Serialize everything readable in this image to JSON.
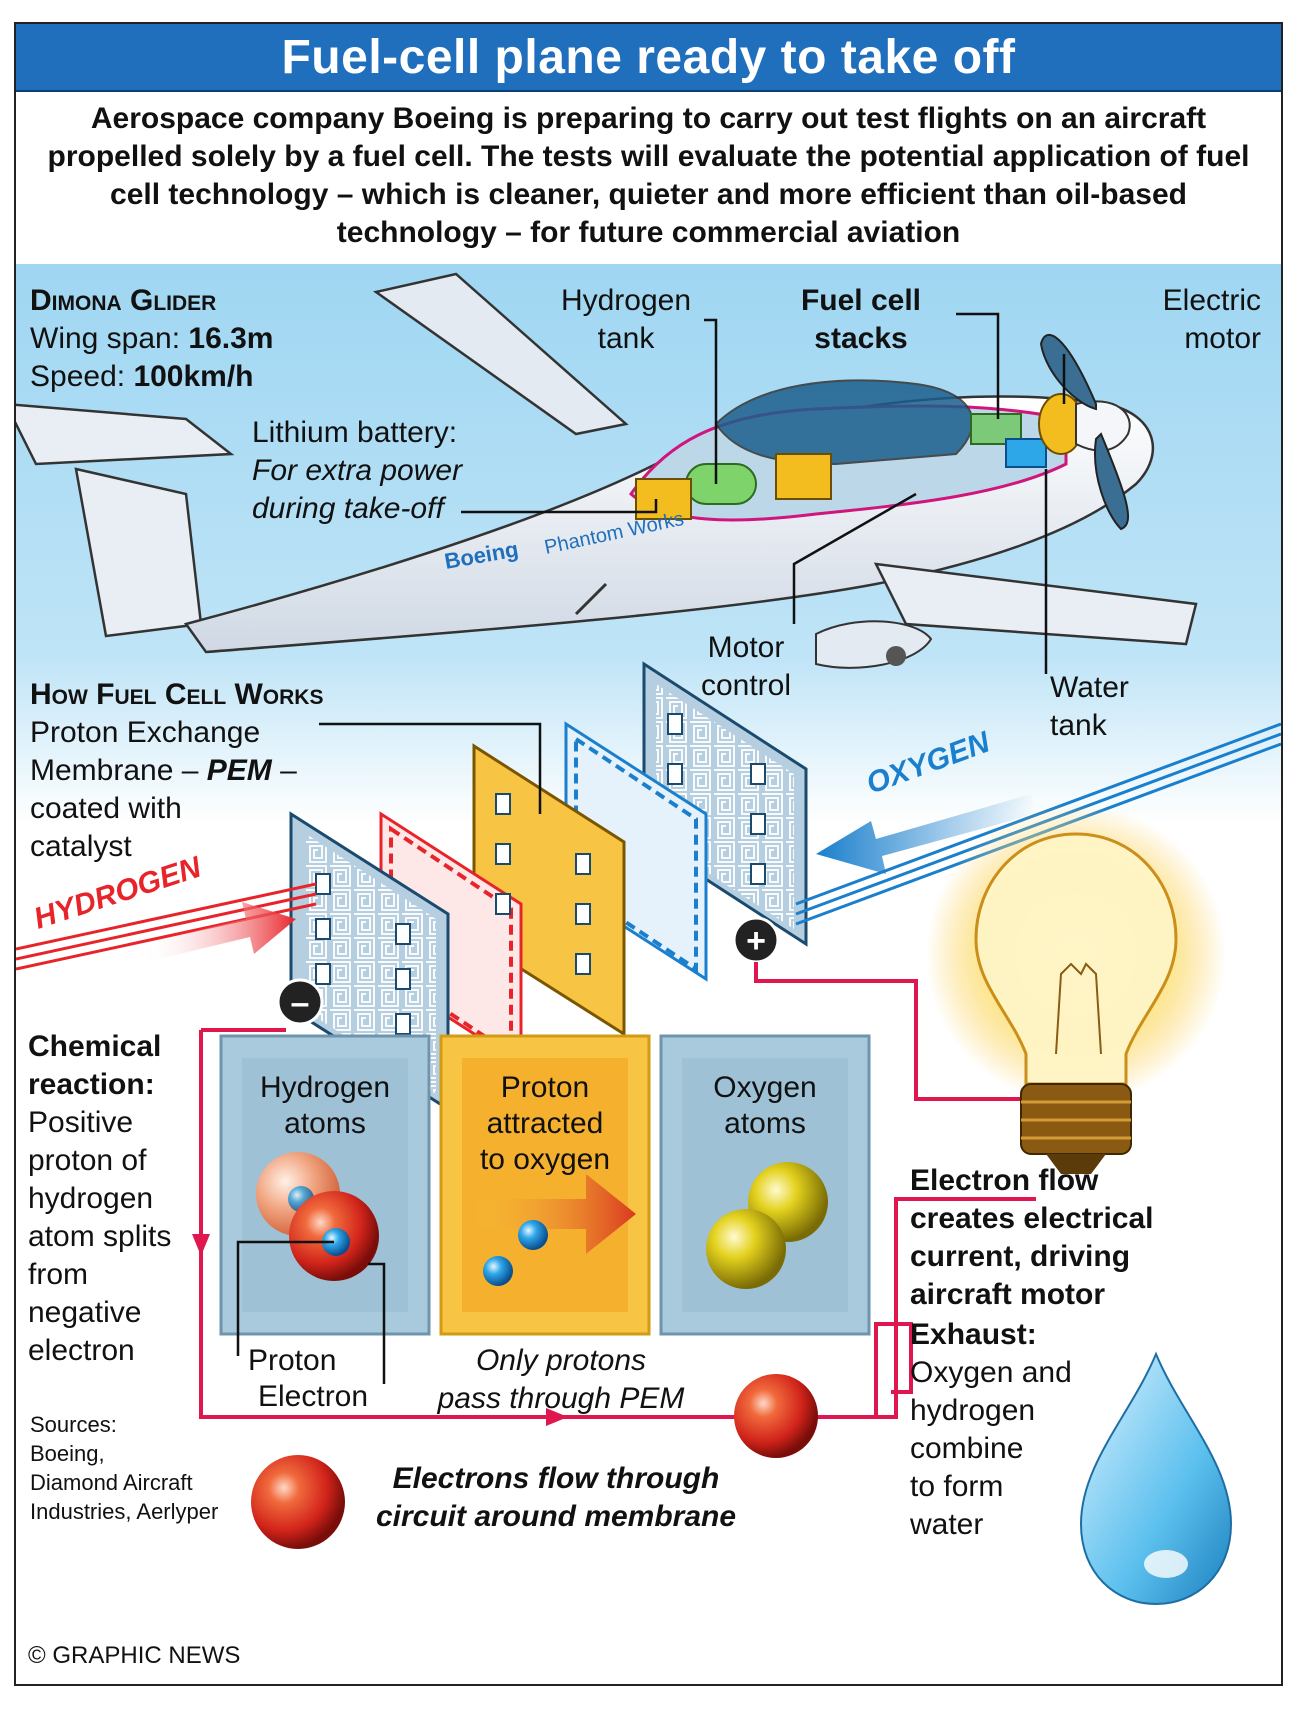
{
  "title": "Fuel-cell plane ready to take off",
  "intro": "Aerospace company Boeing is preparing to carry out test flights on an aircraft propelled solely by a fuel cell. The tests will evaluate the potential application of fuel cell technology – which is cleaner, quieter and more efficient than oil-based technology – for future commercial aviation",
  "glider": {
    "heading": "Dimona Glider",
    "wingspan_label": "Wing span:",
    "wingspan_value": "16.3m",
    "speed_label": "Speed:",
    "speed_value": "100km/h"
  },
  "plane_labels": {
    "hydrogen_tank": [
      "Hydrogen",
      "tank"
    ],
    "fuel_cell_stacks": [
      "Fuel cell",
      "stacks"
    ],
    "electric_motor": [
      "Electric",
      "motor"
    ],
    "battery_title": "Lithium battery:",
    "battery_note": [
      "For extra power",
      "during take-off"
    ],
    "motor_control": [
      "Motor",
      "control"
    ],
    "water_tank": [
      "Water",
      "tank"
    ],
    "livery_brand": "Boeing",
    "livery_sub": "Phantom Works"
  },
  "how": {
    "heading": "How Fuel Cell Works",
    "pem_line1": "Proton Exchange",
    "pem_line2a": "Membrane – ",
    "pem_line2b": "PEM",
    "pem_line2c": " –",
    "pem_line3": "coated with",
    "pem_line4": "catalyst",
    "hydrogen_arrow": "HYDROGEN",
    "oxygen_arrow": "OXYGEN",
    "minus": "–",
    "plus": "+"
  },
  "chemical": {
    "heading": [
      "Chemical",
      "reaction:"
    ],
    "body": [
      "Positive",
      "proton of",
      "hydrogen",
      "atom splits",
      "from",
      "negative",
      "electron"
    ]
  },
  "boxes": {
    "hydrogen": [
      "Hydrogen",
      "atoms"
    ],
    "proton": [
      "Proton",
      "attracted",
      "to oxygen"
    ],
    "oxygen": [
      "Oxygen",
      "atoms"
    ]
  },
  "callouts": {
    "proton": "Proton",
    "electron": "Electron",
    "pem_note": [
      "Only protons",
      "pass through PEM"
    ],
    "electrons_flow": [
      "Electrons flow through",
      "circuit around membrane"
    ]
  },
  "electron_flow": [
    "Electron flow",
    "creates electrical",
    "current, driving",
    "aircraft motor"
  ],
  "exhaust": {
    "heading": "Exhaust:",
    "body": [
      "Oxygen and",
      "hydrogen",
      "combine",
      "to form",
      "water"
    ]
  },
  "sources": [
    "Sources:",
    "Boeing,",
    "Diamond Aircraft",
    "Industries, Aerlyper"
  ],
  "credit": "© GRAPHIC NEWS",
  "colors": {
    "title_bar": "#1f6fbd",
    "hydrogen_red": "#e8242b",
    "oxygen_blue": "#1a7fcc",
    "pem_yellow": "#f7c443",
    "circuit": "#e0174f",
    "box_blue": "#a9c9dc"
  }
}
